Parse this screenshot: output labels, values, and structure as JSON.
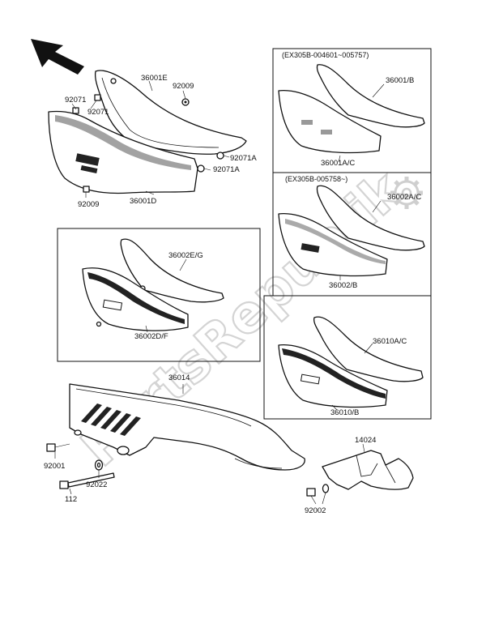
{
  "watermark": "PartsRepublik",
  "groups": {
    "box_a_header": "(EX305B-004601~005757)",
    "box_b_header": "(EX305B-005758~)"
  },
  "labels": {
    "p36001E": "36001E",
    "p92009_top": "92009",
    "p92071_a": "92071",
    "p92071_b": "92071",
    "p92071A_a": "92071A",
    "p92071A_b": "92071A",
    "p92009_bottom": "92009",
    "p36001D": "36001D",
    "p36001B": "36001/B",
    "p36001AC": "36001A/C",
    "p36002AC": "36002A/C",
    "p36002B": "36002/B",
    "p36002EG": "36002E/G",
    "p36002DF": "36002D/F",
    "p36010AC": "36010A/C",
    "p36010B": "36010/B",
    "p36014": "36014",
    "p92001": "92001",
    "p92022": "92022",
    "p112": "112",
    "p14024": "14024",
    "p92002": "92002"
  },
  "icons": [
    "direction-arrow-icon",
    "gear-icon"
  ]
}
